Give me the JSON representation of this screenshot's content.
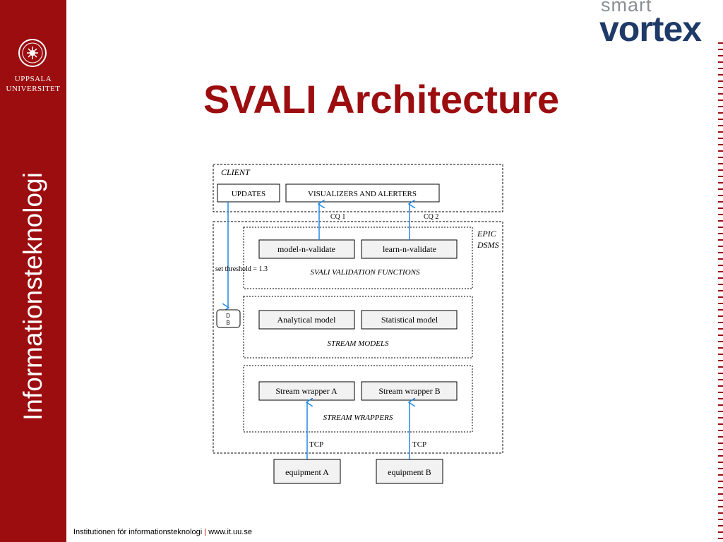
{
  "sidebar": {
    "university_line1": "UPPSALA",
    "university_line2": "UNIVERSITET",
    "department": "Informationsteknologi"
  },
  "logo": {
    "line1": "smart",
    "line2": "vortex"
  },
  "slide": {
    "title": "SVALI Architecture"
  },
  "diagram": {
    "client_label": "CLIENT",
    "updates": "UPDATES",
    "visualizers": "VISUALIZERS AND ALERTERS",
    "cq1": "CQ 1",
    "cq2": "CQ 2",
    "epic_line1": "EPIC",
    "epic_line2": "DSMS",
    "model_n_validate": "model-n-validate",
    "learn_n_validate": "learn-n-validate",
    "set_threshold": "set  threshold = 1.3",
    "validation_functions": "SVALI VALIDATION FUNCTIONS",
    "db_line1": "D",
    "db_line2": "B",
    "analytical_model": "Analytical model",
    "statistical_model": "Statistical model",
    "stream_models": "STREAM MODELS",
    "stream_wrapper_a": "Stream wrapper A",
    "stream_wrapper_b": "Stream wrapper B",
    "stream_wrappers": "STREAM WRAPPERS",
    "tcp_a": "TCP",
    "tcp_b": "TCP",
    "equipment_a": "equipment A",
    "equipment_b": "equipment B"
  },
  "footer": {
    "institution": "Institutionen för informationsteknologi",
    "separator": "|",
    "url": "www.it.uu.se"
  },
  "colors": {
    "brand_red": "#9c0d10",
    "arrow_blue": "#1e88e5",
    "logo_navy": "#1f3a68"
  }
}
